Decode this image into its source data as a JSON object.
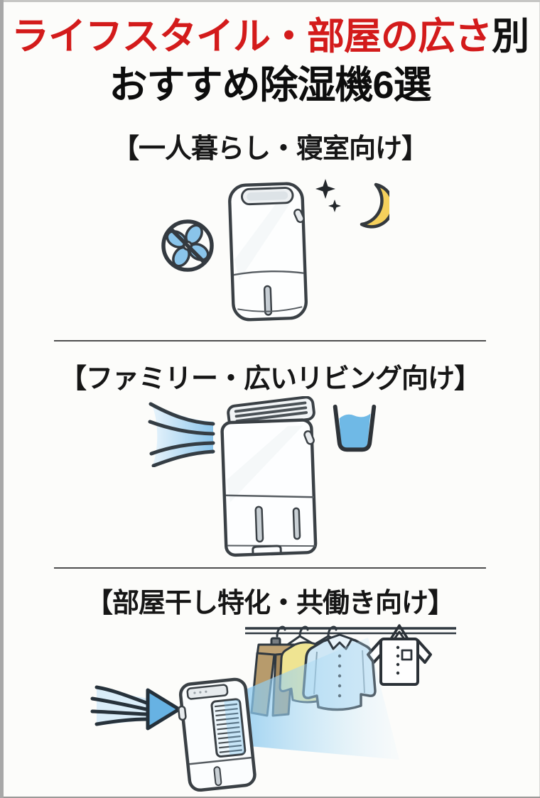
{
  "page": {
    "background_color": "#fcfcfa",
    "accent_red": "#d31b1b",
    "text_color": "#121212",
    "divider_color": "#4e4e4e",
    "water_blue": "#6fb9e6",
    "moon_yellow": "#f5d05c",
    "fan_blue": "#8ac4ea"
  },
  "title": {
    "line1_red": "ライフスタイル・部屋の広さ",
    "line1_black": "別",
    "line2": "おすすめ除湿機6選"
  },
  "sections": [
    {
      "heading": "【一人暮らし・寝室向け】",
      "icons": [
        "no-fan-quiet-icon",
        "compact-dehumidifier-illustration",
        "crescent-moon-night-icon"
      ]
    },
    {
      "heading": "【ファミリー・広いリビング向け】",
      "icons": [
        "strong-airflow-icon",
        "large-dehumidifier-illustration",
        "water-tank-cup-icon"
      ]
    },
    {
      "heading": "【部屋干し特化・共働き向け】",
      "icons": [
        "air-intake-arrow-icon",
        "dehumidifier-blowing-air-illustration",
        "hanging-laundry-illustration",
        "dry-shirt-icon"
      ]
    }
  ]
}
